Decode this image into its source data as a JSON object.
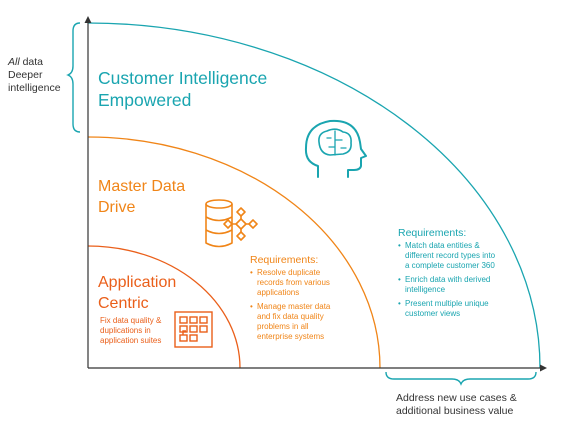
{
  "left_note": {
    "line1_em": "All",
    "line1_rest": " data",
    "line2": "Deeper",
    "line3": "intelligence"
  },
  "bottom_note": {
    "line1": "Address new use cases &",
    "line2": "additional business value"
  },
  "customer": {
    "title_line1": "Customer Intelligence",
    "title_line2": "Empowered",
    "requirements_heading": "Requirements:",
    "requirements": [
      "Match data entities & different record types into a complete customer 360",
      "Enrich data with derived intelligence",
      "Present multiple unique customer views"
    ],
    "icon": "brain-head-icon",
    "color": "#1aa5b0"
  },
  "master_data": {
    "title_line1": "Master Data",
    "title_line2": "Drive",
    "requirements_heading": "Requirements:",
    "requirements": [
      "Resolve duplicate records from various applications",
      "Manage master data and fix data quality problems in all enterprise systems"
    ],
    "icon": "database-network-icon",
    "color": "#f08518"
  },
  "application": {
    "title_line1": "Application",
    "title_line2": "Centric",
    "description": "Fix data quality & duplications in application suites",
    "icon": "app-grid-icon",
    "color": "#ea5f1a"
  }
}
